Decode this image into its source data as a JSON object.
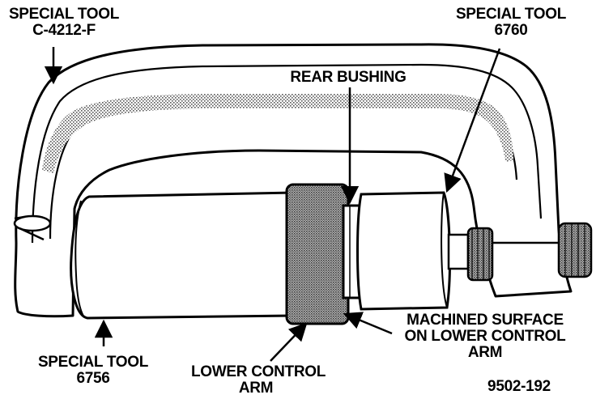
{
  "labels": {
    "c_clamp_tool": {
      "line1": "SPECIAL TOOL",
      "line2": "C-4212-F"
    },
    "receiver_tool": {
      "line1": "SPECIAL TOOL",
      "line2": "6760"
    },
    "rear_bushing": {
      "line1": "REAR BUSHING"
    },
    "installer_tool": {
      "line1": "SPECIAL TOOL",
      "line2": "6756"
    },
    "lower_control_arm": {
      "line1": "LOWER CONTROL",
      "line2": "ARM"
    },
    "machined_surface": {
      "line1": "MACHINED SURFACE",
      "line2": "ON LOWER CONTROL",
      "line3": "ARM"
    },
    "figure_number": {
      "text": "9502-192"
    }
  },
  "colors": {
    "ink": "#000000",
    "paper": "#ffffff",
    "stipple": "#a8a8a8"
  }
}
